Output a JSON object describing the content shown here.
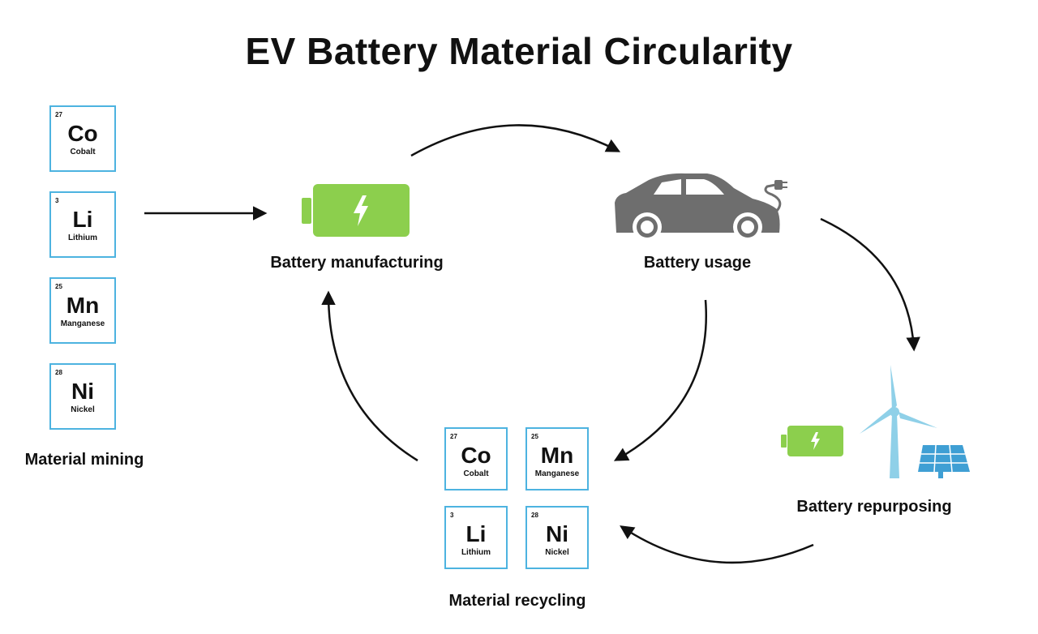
{
  "title": "EV Battery Material Circularity",
  "stages": {
    "mining": "Material mining",
    "manufacturing": "Battery manufacturing",
    "usage": "Battery usage",
    "repurposing": "Battery repurposing",
    "recycling": "Material recycling"
  },
  "mining_elements": [
    {
      "number": "27",
      "symbol": "Co",
      "name": "Cobalt"
    },
    {
      "number": "3",
      "symbol": "Li",
      "name": "Lithium"
    },
    {
      "number": "25",
      "symbol": "Mn",
      "name": "Manganese"
    },
    {
      "number": "28",
      "symbol": "Ni",
      "name": "Nickel"
    }
  ],
  "recycling_elements": [
    {
      "number": "27",
      "symbol": "Co",
      "name": "Cobalt"
    },
    {
      "number": "25",
      "symbol": "Mn",
      "name": "Manganese"
    },
    {
      "number": "3",
      "symbol": "Li",
      "name": "Lithium"
    },
    {
      "number": "28",
      "symbol": "Ni",
      "name": "Nickel"
    }
  ],
  "icons": {
    "battery": "battery-icon",
    "car": "electric-car-icon",
    "small_battery": "battery-icon",
    "wind_turbine": "wind-turbine-icon",
    "solar_panel": "solar-panel-icon"
  },
  "colors": {
    "battery_green": "#8ccf4d",
    "element_border": "#4db3e0",
    "car_gray": "#6e6e6e",
    "turbine_blue": "#8fd0e8",
    "solar_blue": "#3f9fd4",
    "arrow": "#111111"
  }
}
